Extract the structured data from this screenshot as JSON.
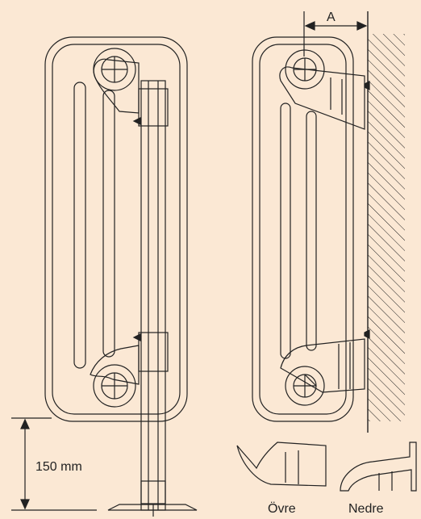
{
  "dimension_a_label": "A",
  "height_label": "150 mm",
  "bracket_upper_label": "Övre",
  "bracket_lower_label": "Nedre",
  "colors": {
    "background": "#fbe8d4",
    "line": "#222222"
  }
}
